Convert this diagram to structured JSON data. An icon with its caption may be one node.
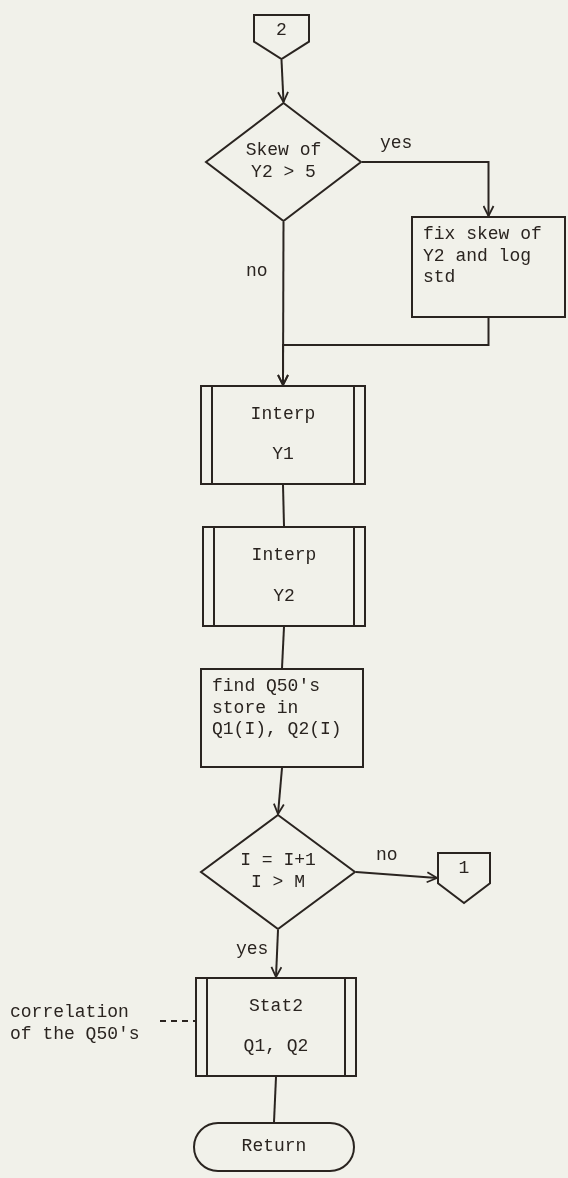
{
  "diagram": {
    "nodes": [
      {
        "text": [
          "2"
        ]
      },
      {
        "text": [
          "Skew of Y2 > 5"
        ]
      },
      {
        "text": [
          "fix skew of Y2 and log std"
        ]
      },
      {
        "text": [
          "Interp",
          "Y1"
        ]
      },
      {
        "text": [
          "Interp",
          "Y2"
        ]
      },
      {
        "text": [
          "find Q50's store in Q1(I), Q2(I)"
        ]
      },
      {
        "text": [
          "I = I+1",
          "I > M"
        ]
      },
      {
        "text": [
          "1"
        ]
      },
      {
        "text": [
          "Stat2",
          "Q1, Q2"
        ]
      },
      {
        "text": [
          "Return"
        ]
      },
      {
        "text": [
          "correlation of the Q50's"
        ]
      }
    ],
    "edges": [
      {
        "from": 0,
        "to": 1,
        "arrow": "to"
      },
      {
        "from": 1,
        "to": 2,
        "arrow": "to",
        "label": "yes"
      },
      {
        "from": 1,
        "to": 3,
        "arrow": "to",
        "label": "no"
      },
      {
        "from": 2,
        "to": 3,
        "arrow": "to"
      },
      {
        "from": 3,
        "to": 4,
        "arrow": "none"
      },
      {
        "from": 4,
        "to": 5,
        "arrow": "none"
      },
      {
        "from": 5,
        "to": 6,
        "arrow": "to"
      },
      {
        "from": 6,
        "to": 7,
        "arrow": "to",
        "label": "no"
      },
      {
        "from": 6,
        "to": 8,
        "arrow": "to",
        "label": "yes"
      },
      {
        "from": 8,
        "to": 9,
        "arrow": "none"
      },
      {
        "from": 10,
        "to": 8,
        "arrow": "none",
        "style": "dashed"
      }
    ]
  }
}
